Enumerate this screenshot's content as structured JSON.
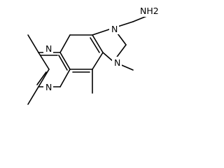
{
  "molecule": {
    "atoms": {
      "n_top_left": "N",
      "n_bottom_left": "N",
      "n_imidazole_top": "N",
      "n_imidazole_methyl": "N",
      "amine": "NH2"
    }
  },
  "colors": {
    "bond": "#000000",
    "text": "#000000",
    "background": "#ffffff"
  }
}
